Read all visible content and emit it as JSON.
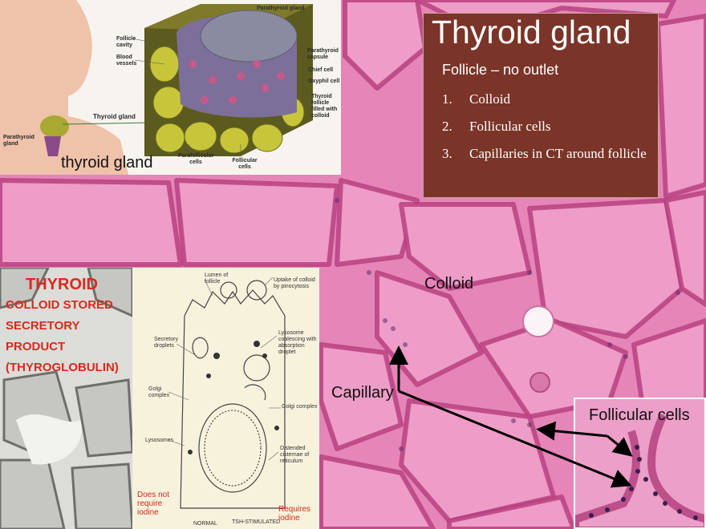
{
  "slide": {
    "title": "Thyroid gland",
    "subtitle": "Follicle – no outlet",
    "list": [
      {
        "num": "1.",
        "text": "Colloid"
      },
      {
        "num": "2.",
        "text": "Follicular cells"
      },
      {
        "num": "3.",
        "text": "Capillaries in CT around follicle"
      }
    ],
    "caption_thyroid_gland": "thyroid gland",
    "label_colloid": "Colloid",
    "label_capillary": "Capillary",
    "label_follicular_cells": "Follicular cells"
  },
  "anatomy_diagram": {
    "labels": {
      "parathyroid_gland_top": "Parathyroid gland",
      "follicle_cavity": "Follicle cavity",
      "blood_vessels": "Blood vessels",
      "parathyroid_capsule": "Parathyroid capsule",
      "chief_cell": "Chief cell",
      "oxyphil_cell": "Oxyphil cell",
      "thyroid_follicle": "Thyroid follicle filled with colloid",
      "thyroid_gland": "Thyroid gland",
      "parathyroid_gland_left": "Parathyroid gland",
      "parafollicular_cells": "Parafollicular cells",
      "follicular_cells": "Follicular cells"
    }
  },
  "colloid_panel": {
    "lines": [
      "THYROID",
      "COLLOID STORED",
      "SECRETORY",
      "PRODUCT",
      "(THYROGLOBULIN)"
    ]
  },
  "cell_diagram": {
    "labels": {
      "lumen": "Lumen of follicle",
      "uptake": "Uptake of colloid by pinocytosis",
      "secretory": "Secretory droplets",
      "lysosome_coalescing": "Lysosome coalescing with absorption droplet",
      "golgi_left": "Golgi complex",
      "golgi_right": "Golgi complex",
      "lysosomes": "Lysosomes",
      "distended": "Distended cisternae of reticulum",
      "normal": "NORMAL",
      "tsh": "TSH-STIMULATED",
      "does_not_require": "Does not require iodine",
      "requires": "Requires iodine"
    }
  }
}
